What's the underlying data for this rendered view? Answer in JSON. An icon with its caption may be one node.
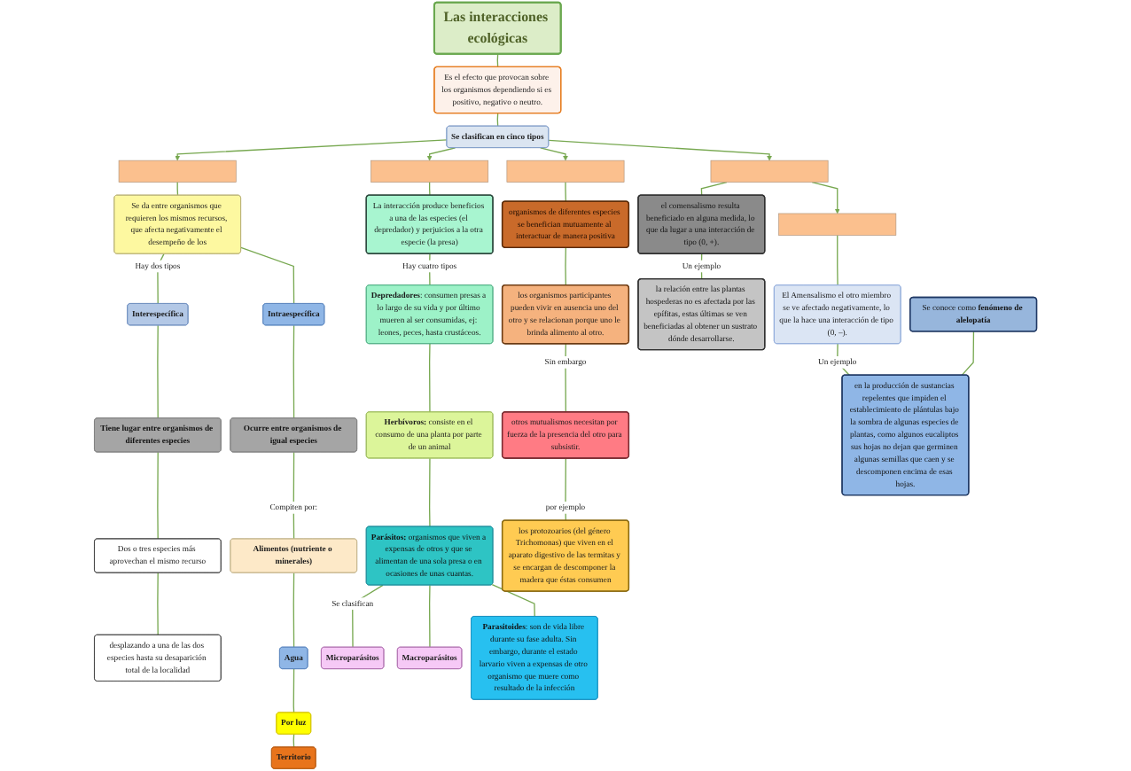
{
  "diagram": {
    "nodes": [
      {
        "text": [
          "Las interacciones ecológicas"
        ]
      },
      {
        "text": [
          "Es el efecto que provocan sobre los organismos dependiendo si es positivo, negativo o neutro."
        ]
      },
      {
        "text": [
          "Se clasifican en cinco tipos"
        ]
      },
      {
        "text": [],
        "shape": "box"
      },
      {
        "text": [],
        "shape": "box"
      },
      {
        "text": [],
        "shape": "box"
      },
      {
        "text": [],
        "shape": "box"
      },
      {
        "text": [],
        "shape": "box"
      },
      {
        "text": [
          "Se da entre organismos que requieren los mismos recursos, que afecta negativamente el desempeño de los"
        ]
      },
      {
        "text": [
          "Intraespecífica"
        ]
      },
      {
        "text": [
          "Interespecífica"
        ]
      },
      {
        "text": [
          "Ocurre entre organismos de igual especies"
        ]
      },
      {
        "text": [
          "Tiene lugar entre organismos de diferentes especies"
        ]
      },
      {
        "text": [
          "Dos o tres especies más aprovechan el mismo recurso"
        ]
      },
      {
        "text": [
          "desplazando a una de las dos especies hasta su desaparición total de la localidad"
        ]
      },
      {
        "text": [
          "Alimentos (nutriente o minerales)"
        ]
      },
      {
        "text": [
          "Agua"
        ]
      },
      {
        "text": [
          "Por luz"
        ]
      },
      {
        "text": [
          "Territorio"
        ]
      },
      {
        "text": [
          "La interacción produce beneficios a una de las especies (el depredador) y perjuicios a la otra especie (la presa)"
        ]
      },
      {
        "text": [
          "**Depredadores**: consumen presas a lo largo de su vida y por último mueren al ser consumidas, ej: leones, peces, hasta crustáceos."
        ]
      },
      {
        "text": [
          "**Herbívoros:** consiste en el consumo de una planta por parte de un animal"
        ]
      },
      {
        "text": [
          "**Parásitos:** organismos que viven a expensas de otros y que se alimentan de una sola presa o en ocasiones de unas cuantas."
        ]
      },
      {
        "text": [
          "Microparásitos"
        ]
      },
      {
        "text": [
          "Macroparásitos"
        ]
      },
      {
        "text": [
          "**Parasitoides**: son de vida libre durante su fase adulta. Sin embargo, durante el estado larvario viven a expensas de otro organismo que muere como resultado de la infección"
        ]
      },
      {
        "text": [
          "organismos de diferentes especies se benefician mutuamente al interactuar de manera positiva"
        ]
      },
      {
        "text": [
          "los organismos participantes pueden vivir en ausencia uno del otro y se relacionan porque uno le brinda alimento al otro."
        ]
      },
      {
        "text": [
          "otros mutualismos necesitan por fuerza de la presencia del otro para subsistir."
        ]
      },
      {
        "text": [
          "los protozoarios (del género Trichomonas) que viven en el aparato digestivo de las termitas y se encargan de descomponer la madera que éstas consumen"
        ]
      },
      {
        "text": [
          "el comensalismo resulta beneficiado en alguna medida, lo que da lugar a una interacción de tipo (0, +)."
        ]
      },
      {
        "text": [
          "la relación entre las plantas hospederas no es afectada por las epífitas, estas últimas se ven beneficiadas al obtener un sustrato dónde desarrollarse."
        ]
      },
      {
        "text": [
          "El Amensalismo el otro miembro se ve afectado negativamente, lo que la hace una interacción de tipo (0, –)."
        ]
      },
      {
        "text": [
          "en la producción de sustancias repelentes que impiden el establecimiento de plántulas bajo la sombra de algunas especies de plantas, como algunos eucaliptos sus hojas no dejan que germinen algunas semillas que caen y se descomponen encima de esas hojas."
        ]
      },
      {
        "text": [
          "Se conoce como **fenómeno de alelopatía**"
        ]
      }
    ],
    "edges": [
      {
        "from": 0,
        "to": 1,
        "arrow": "none"
      },
      {
        "from": 1,
        "to": 2,
        "arrow": "none"
      },
      {
        "from": 2,
        "to": 3,
        "arrow": "to"
      },
      {
        "from": 2,
        "to": 4,
        "arrow": "to"
      },
      {
        "from": 2,
        "to": 5,
        "arrow": "to"
      },
      {
        "from": 2,
        "to": 6,
        "arrow": "to"
      },
      {
        "from": 3,
        "to": 8,
        "arrow": "none"
      },
      {
        "from": 8,
        "to": 9,
        "arrow": "none"
      },
      {
        "from": 8,
        "to": 10,
        "arrow": "none",
        "label": "Hay dos tipos"
      },
      {
        "from": 9,
        "to": 11,
        "arrow": "none"
      },
      {
        "from": 10,
        "to": 12,
        "arrow": "none"
      },
      {
        "from": 11,
        "to": 15,
        "arrow": "none",
        "label": "Compiten por:"
      },
      {
        "from": 12,
        "to": 13,
        "arrow": "none"
      },
      {
        "from": 13,
        "to": 14,
        "arrow": "none"
      },
      {
        "from": 15,
        "to": 16,
        "arrow": "none"
      },
      {
        "from": 16,
        "to": 17,
        "arrow": "none"
      },
      {
        "from": 17,
        "to": 18,
        "arrow": "none"
      },
      {
        "from": 4,
        "to": 19,
        "arrow": "none"
      },
      {
        "from": 19,
        "to": 20,
        "arrow": "none",
        "label": "Hay cuatro tipos"
      },
      {
        "from": 20,
        "to": 21,
        "arrow": "none"
      },
      {
        "from": 21,
        "to": 22,
        "arrow": "none"
      },
      {
        "from": 22,
        "to": 23,
        "arrow": "none",
        "label": "Se clasifican"
      },
      {
        "from": 22,
        "to": 24,
        "arrow": "none"
      },
      {
        "from": 22,
        "to": 25,
        "arrow": "none"
      },
      {
        "from": 5,
        "to": 26,
        "arrow": "none"
      },
      {
        "from": 26,
        "to": 27,
        "arrow": "none"
      },
      {
        "from": 27,
        "to": 28,
        "arrow": "none",
        "label": "Sin embargo"
      },
      {
        "from": 28,
        "to": 29,
        "arrow": "none",
        "label": "por ejemplo"
      },
      {
        "from": 6,
        "to": 30,
        "arrow": "none"
      },
      {
        "from": 30,
        "to": 31,
        "arrow": "none",
        "label": "Un ejemplo"
      },
      {
        "from": 6,
        "to": 7,
        "arrow": "to"
      },
      {
        "from": 7,
        "to": 32,
        "arrow": "none"
      },
      {
        "from": 32,
        "to": 33,
        "arrow": "none",
        "label": "Un ejemplo"
      },
      {
        "from": 34,
        "to": 33,
        "arrow": "none"
      }
    ]
  }
}
